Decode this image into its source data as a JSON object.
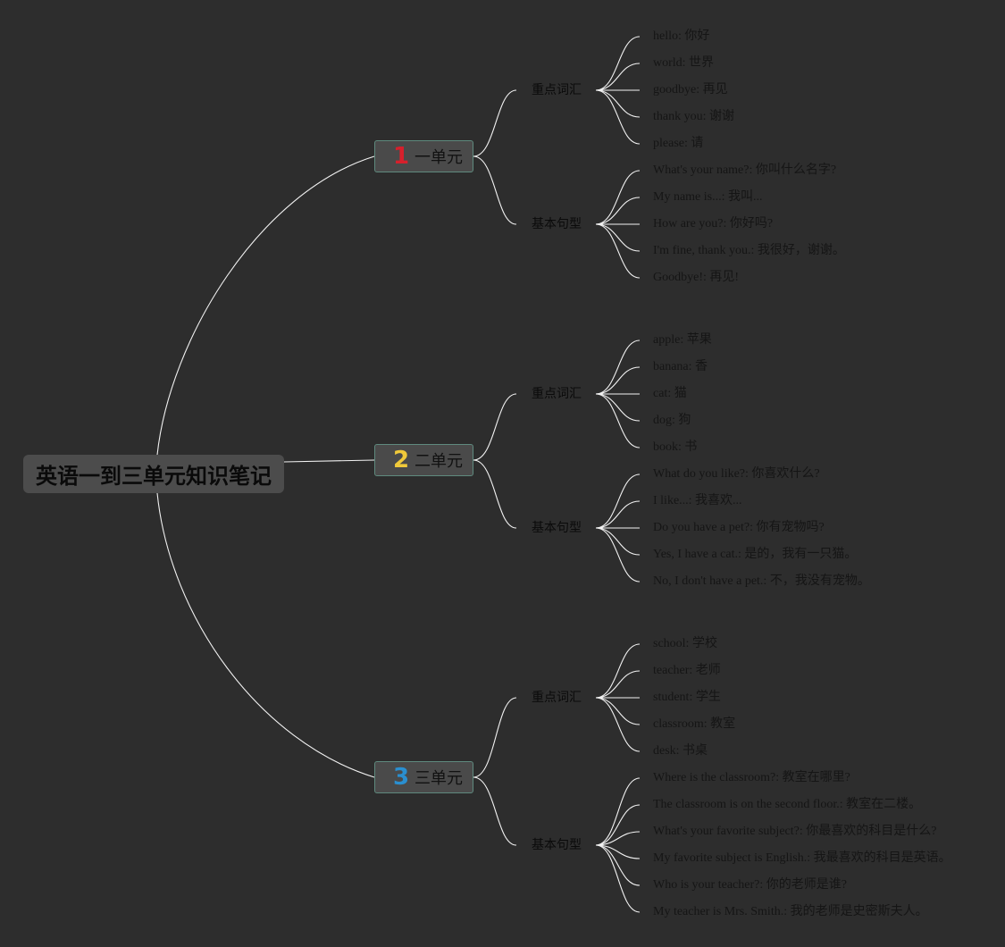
{
  "root": {
    "title": "英语一到三单元知识笔记"
  },
  "colors": {
    "background": "#2d2d2d",
    "root_fill": "#4c4c4c",
    "unit_fill": "#4a4a4a",
    "unit_border": "#5f8a7e",
    "line": "#f2f2f2",
    "text": "#111111"
  },
  "units": [
    {
      "number": "1",
      "number_color": "#d6202c",
      "label": "一单元",
      "categories": [
        {
          "label": "重点词汇",
          "items": [
            "hello: 你好",
            "world: 世界",
            "goodbye: 再见",
            "thank you: 谢谢",
            "please: 请"
          ]
        },
        {
          "label": "基本句型",
          "items": [
            "What's your name?: 你叫什么名字?",
            "My name is...: 我叫...",
            "How are you?: 你好吗?",
            "I'm fine, thank you.: 我很好，谢谢。",
            "Goodbye!: 再见!"
          ]
        }
      ]
    },
    {
      "number": "2",
      "number_color": "#f0c93a",
      "label": "二单元",
      "categories": [
        {
          "label": "重点词汇",
          "items": [
            "apple: 苹果",
            "banana: 香",
            "cat: 猫",
            "dog: 狗",
            "book: 书"
          ]
        },
        {
          "label": "基本句型",
          "items": [
            "What do you like?: 你喜欢什么?",
            "I like...: 我喜欢...",
            "Do you have a pet?: 你有宠物吗?",
            "Yes, I have a cat.: 是的，我有一只猫。",
            "No, I don't have a pet.: 不，我没有宠物。"
          ]
        }
      ]
    },
    {
      "number": "3",
      "number_color": "#2a8fd0",
      "label": "三单元",
      "categories": [
        {
          "label": "重点词汇",
          "items": [
            "school: 学校",
            "teacher: 老师",
            "student: 学生",
            "classroom: 教室",
            "desk: 书桌"
          ]
        },
        {
          "label": "基本句型",
          "items": [
            "Where is the classroom?: 教室在哪里?",
            "The classroom is on the second floor.: 教室在二楼。",
            "What's your favorite subject?: 你最喜欢的科目是什么?",
            "My favorite subject is English.: 我最喜欢的科目是英语。",
            "Who is your teacher?: 你的老师是谁?",
            "My teacher is Mrs. Smith.: 我的老师是史密斯夫人。"
          ]
        }
      ]
    }
  ]
}
